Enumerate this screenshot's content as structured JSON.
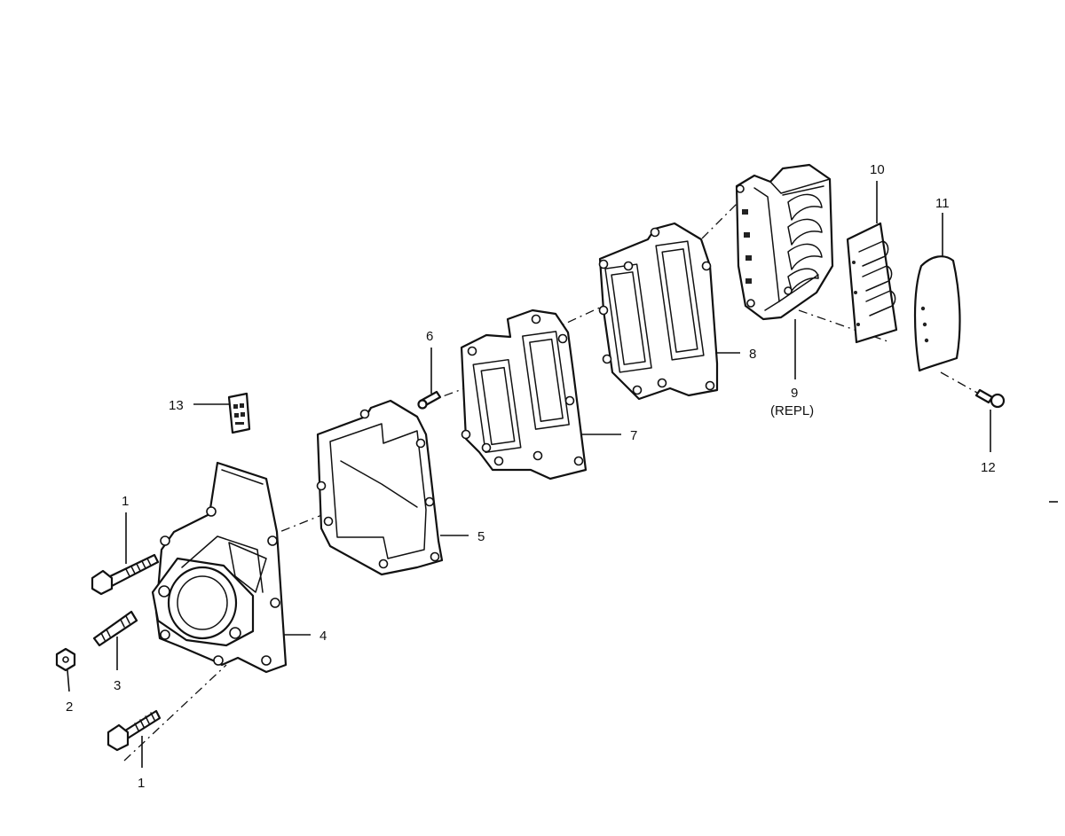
{
  "callouts": {
    "c1a": "1",
    "c1b": "1",
    "c2": "2",
    "c3": "3",
    "c4": "4",
    "c5": "5",
    "c6": "6",
    "c7": "7",
    "c8": "8",
    "c9": "9",
    "c9_note": "(REPL)",
    "c10": "10",
    "c11": "11",
    "c12": "12",
    "c13": "13"
  }
}
